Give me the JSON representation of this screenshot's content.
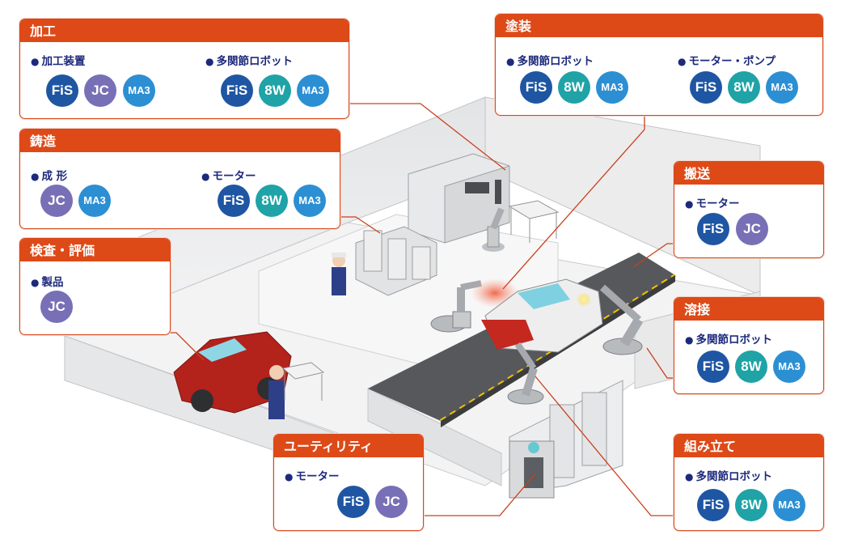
{
  "colors": {
    "header_bg": "#dd4a18",
    "bullet_text": "#1d2a7c",
    "FiS": "#1f56a3",
    "JC": "#7770b6",
    "8W": "#1fa3a6",
    "MA3": "#2c8fd3",
    "leader_line": "#c9401d"
  },
  "sections": {
    "kakou": {
      "title": "加工",
      "items": [
        {
          "label": "加工装置",
          "badges": [
            "FiS",
            "JC",
            "MA3"
          ]
        },
        {
          "label": "多関節ロボット",
          "badges": [
            "FiS",
            "8W",
            "MA3"
          ]
        }
      ]
    },
    "chuzou": {
      "title": "鋳造",
      "items": [
        {
          "label": "成 形",
          "badges": [
            "JC",
            "MA3"
          ]
        },
        {
          "label": "モーター",
          "badges": [
            "FiS",
            "8W",
            "MA3"
          ]
        }
      ]
    },
    "kensa": {
      "title": "検査・評価",
      "items": [
        {
          "label": "製品",
          "badges": [
            "JC"
          ]
        }
      ]
    },
    "tosou": {
      "title": "塗装",
      "items": [
        {
          "label": "多関節ロボット",
          "badges": [
            "FiS",
            "8W",
            "MA3"
          ]
        },
        {
          "label": "モーター・ポンプ",
          "badges": [
            "FiS",
            "8W",
            "MA3"
          ]
        }
      ]
    },
    "hansou": {
      "title": "搬送",
      "items": [
        {
          "label": "モーター",
          "badges": [
            "FiS",
            "JC"
          ]
        }
      ]
    },
    "yousetsu": {
      "title": "溶接",
      "items": [
        {
          "label": "多関節ロボット",
          "badges": [
            "FiS",
            "8W",
            "MA3"
          ]
        }
      ]
    },
    "kumitate": {
      "title": "組み立て",
      "items": [
        {
          "label": "多関節ロボット",
          "badges": [
            "FiS",
            "8W",
            "MA3"
          ]
        }
      ]
    },
    "utility": {
      "title": "ユーティリティ",
      "items": [
        {
          "label": "モーター",
          "badges": [
            "FiS",
            "JC"
          ]
        }
      ]
    }
  }
}
